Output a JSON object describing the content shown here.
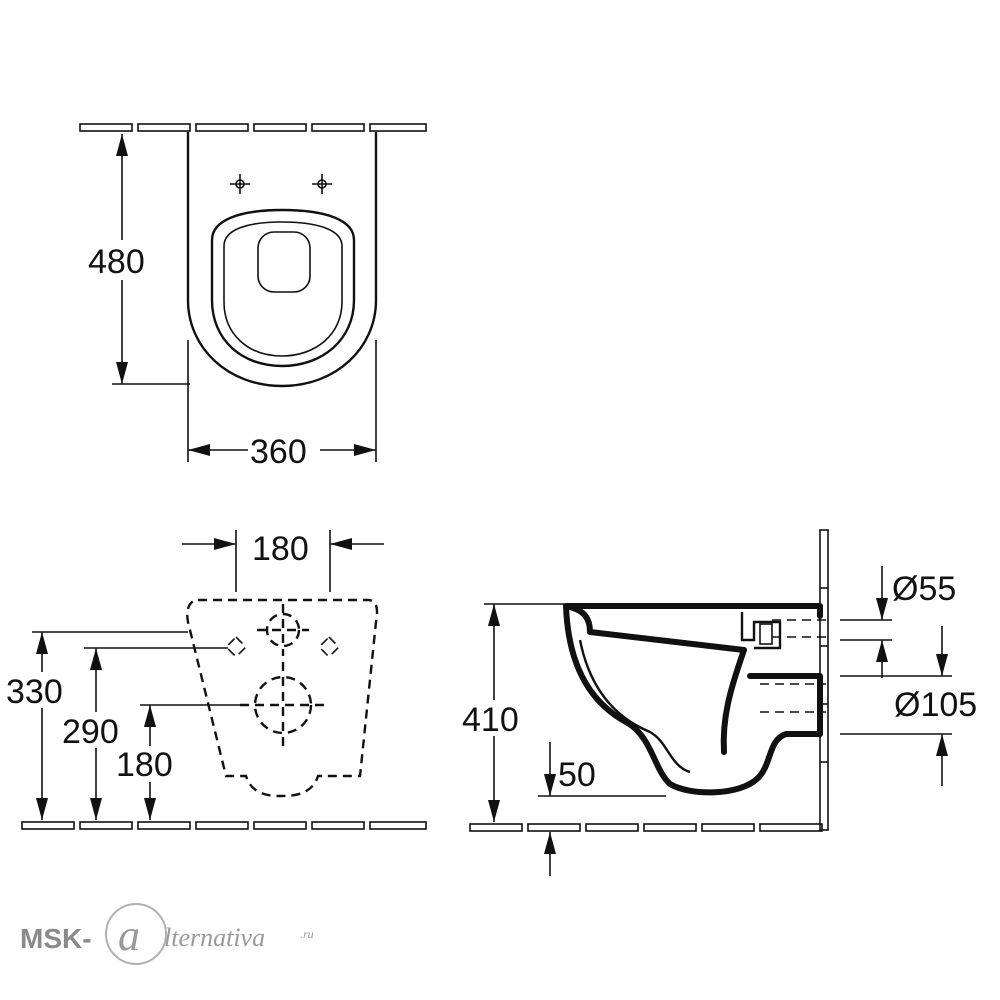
{
  "top_view": {
    "depth_label": "480",
    "width_label": "360"
  },
  "front_view": {
    "fixing_spacing_label": "180",
    "height_330_label": "330",
    "height_290_label": "290",
    "height_180_label": "180"
  },
  "side_view": {
    "rim_height_label": "410",
    "inlet_diameter_label": "Ø55",
    "outlet_diameter_label": "Ø105",
    "offset_label": "50"
  },
  "watermark": {
    "prefix": "MSK-",
    "script": "lternativa",
    "suffix": ".ru"
  }
}
